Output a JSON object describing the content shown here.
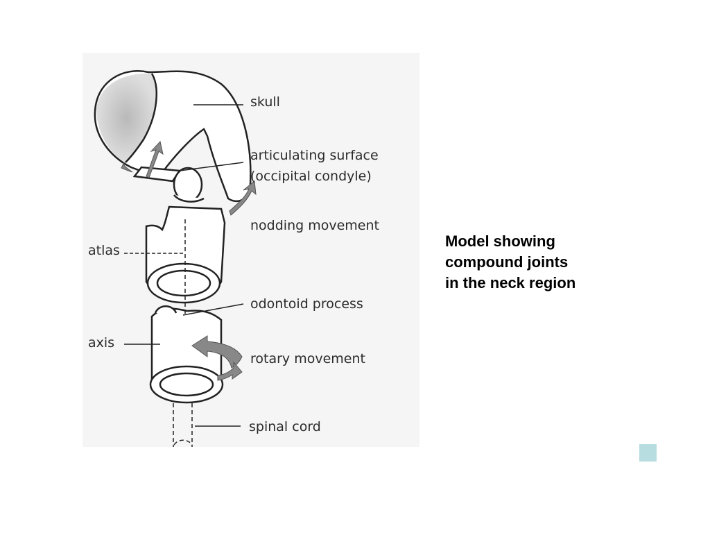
{
  "diagram": {
    "labels": {
      "skull": "skull",
      "articulating_surface": "articulating surface",
      "occipital_condyle": "(occipital condyle)",
      "nodding_movement": "nodding movement",
      "atlas": "atlas",
      "odontoid_process": "odontoid process",
      "axis": "axis",
      "rotary_movement": "rotary movement",
      "spinal_cord": "spinal cord"
    }
  },
  "caption": {
    "line1": "Model showing",
    "line2": "compound joints",
    "line3": "in the neck region"
  },
  "colors": {
    "figure_bg": "#f5f5f5",
    "accent_square": "#b8dde0"
  }
}
